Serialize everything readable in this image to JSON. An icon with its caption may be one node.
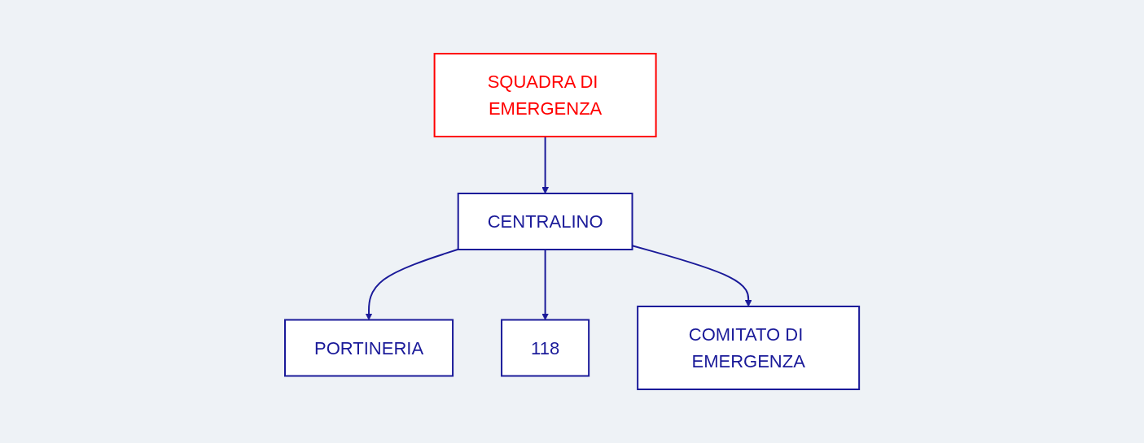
{
  "diagram": {
    "nodes": [
      {
        "text": [
          "SQUADRA DI EMERGENZA"
        ]
      },
      {
        "text": [
          "CENTRALINO"
        ]
      },
      {
        "text": [
          "PORTINERIA"
        ]
      },
      {
        "text": [
          "118"
        ]
      },
      {
        "text": [
          "COMITATO DI EMERGENZA"
        ]
      }
    ],
    "edges": [
      {
        "from": 0,
        "to": 1,
        "arrow": "to"
      },
      {
        "from": 1,
        "to": 2,
        "arrow": "to"
      },
      {
        "from": 1,
        "to": 3,
        "arrow": "to"
      },
      {
        "from": 1,
        "to": 4,
        "arrow": "to"
      }
    ]
  }
}
